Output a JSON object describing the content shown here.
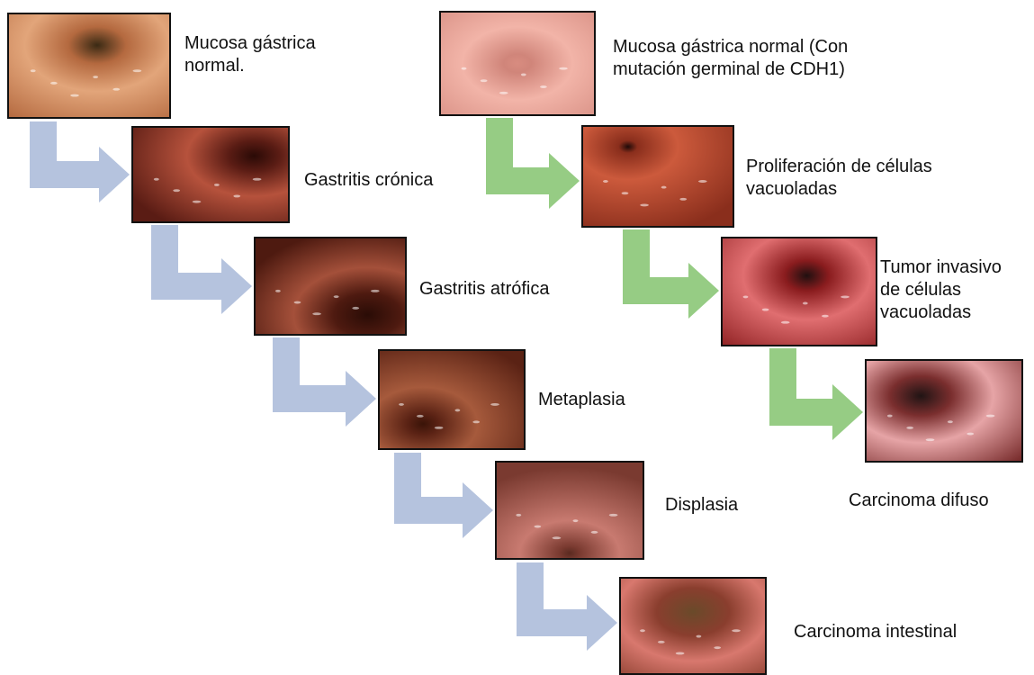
{
  "colors": {
    "arrow_intestinal": "#b5c3de",
    "arrow_diffuse": "#96cc84",
    "border": "#111111",
    "text": "#111111"
  },
  "intestinal_pathway": {
    "stages": [
      {
        "label": "Mucosa gástrica\nnormal.",
        "image": "endoscopy-photo-normal-mucosa"
      },
      {
        "label": "Gastritis crónica",
        "image": "endoscopy-photo-chronic-gastritis"
      },
      {
        "label": "Gastritis atrófica",
        "image": "endoscopy-photo-atrophic-gastritis"
      },
      {
        "label": "Metaplasia",
        "image": "endoscopy-photo-metaplasia"
      },
      {
        "label": "Displasia",
        "image": "endoscopy-photo-dysplasia"
      },
      {
        "label": "Carcinoma intestinal",
        "image": "endoscopy-photo-intestinal-carcinoma"
      }
    ]
  },
  "diffuse_pathway": {
    "stages": [
      {
        "label": "Mucosa gástrica normal (Con\nmutación germinal de CDH1)",
        "image": "endoscopy-photo-cdh1-mucosa"
      },
      {
        "label": "Proliferación de células\nvacuoladas",
        "image": "endoscopy-photo-vacuolated-proliferation"
      },
      {
        "label": "Tumor invasivo\nde células\nvacuoladas",
        "image": "endoscopy-photo-invasive-tumor"
      },
      {
        "label": "Carcinoma difuso",
        "image": "endoscopy-photo-diffuse-carcinoma"
      }
    ]
  }
}
